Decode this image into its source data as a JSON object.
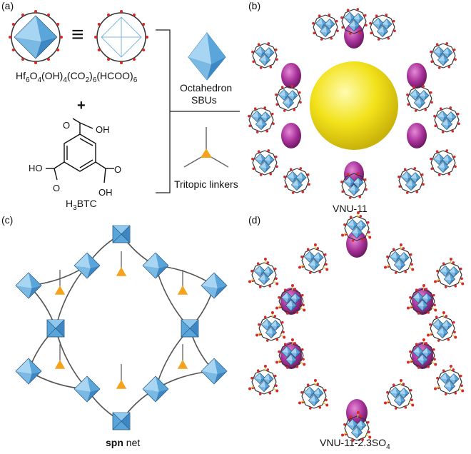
{
  "panels": {
    "a": {
      "label": "(a)",
      "sbu_formula": "Hf6O4(OH)4(CO2)6(HCOO)6",
      "plus": "+",
      "linker_atoms": {
        "oh": "OH",
        "ho": "HO",
        "o": "O"
      },
      "linker_name": "H3BTC",
      "octahedron_label": [
        "Octahedron",
        "SBUs"
      ],
      "tritopic_label": "Tritopic linkers",
      "equiv": "≡"
    },
    "b": {
      "label": "(b)",
      "caption": "VNU-11"
    },
    "c": {
      "label": "(c)",
      "caption_bold": "spn",
      "caption_rest": " net"
    },
    "d": {
      "label": "(d)",
      "caption": "VNU-11-2.3SO4"
    }
  },
  "colors": {
    "octahedron_light": "#8fc8ec",
    "octahedron_dark": "#3f87c2",
    "linker_triangle": "#f5a21c",
    "cage_sphere": "#f2e21a",
    "pore_magenta": "#a8329a",
    "oxygen": "#d42a2a",
    "sulfur": "#e8c21b",
    "bond": "#333333"
  }
}
